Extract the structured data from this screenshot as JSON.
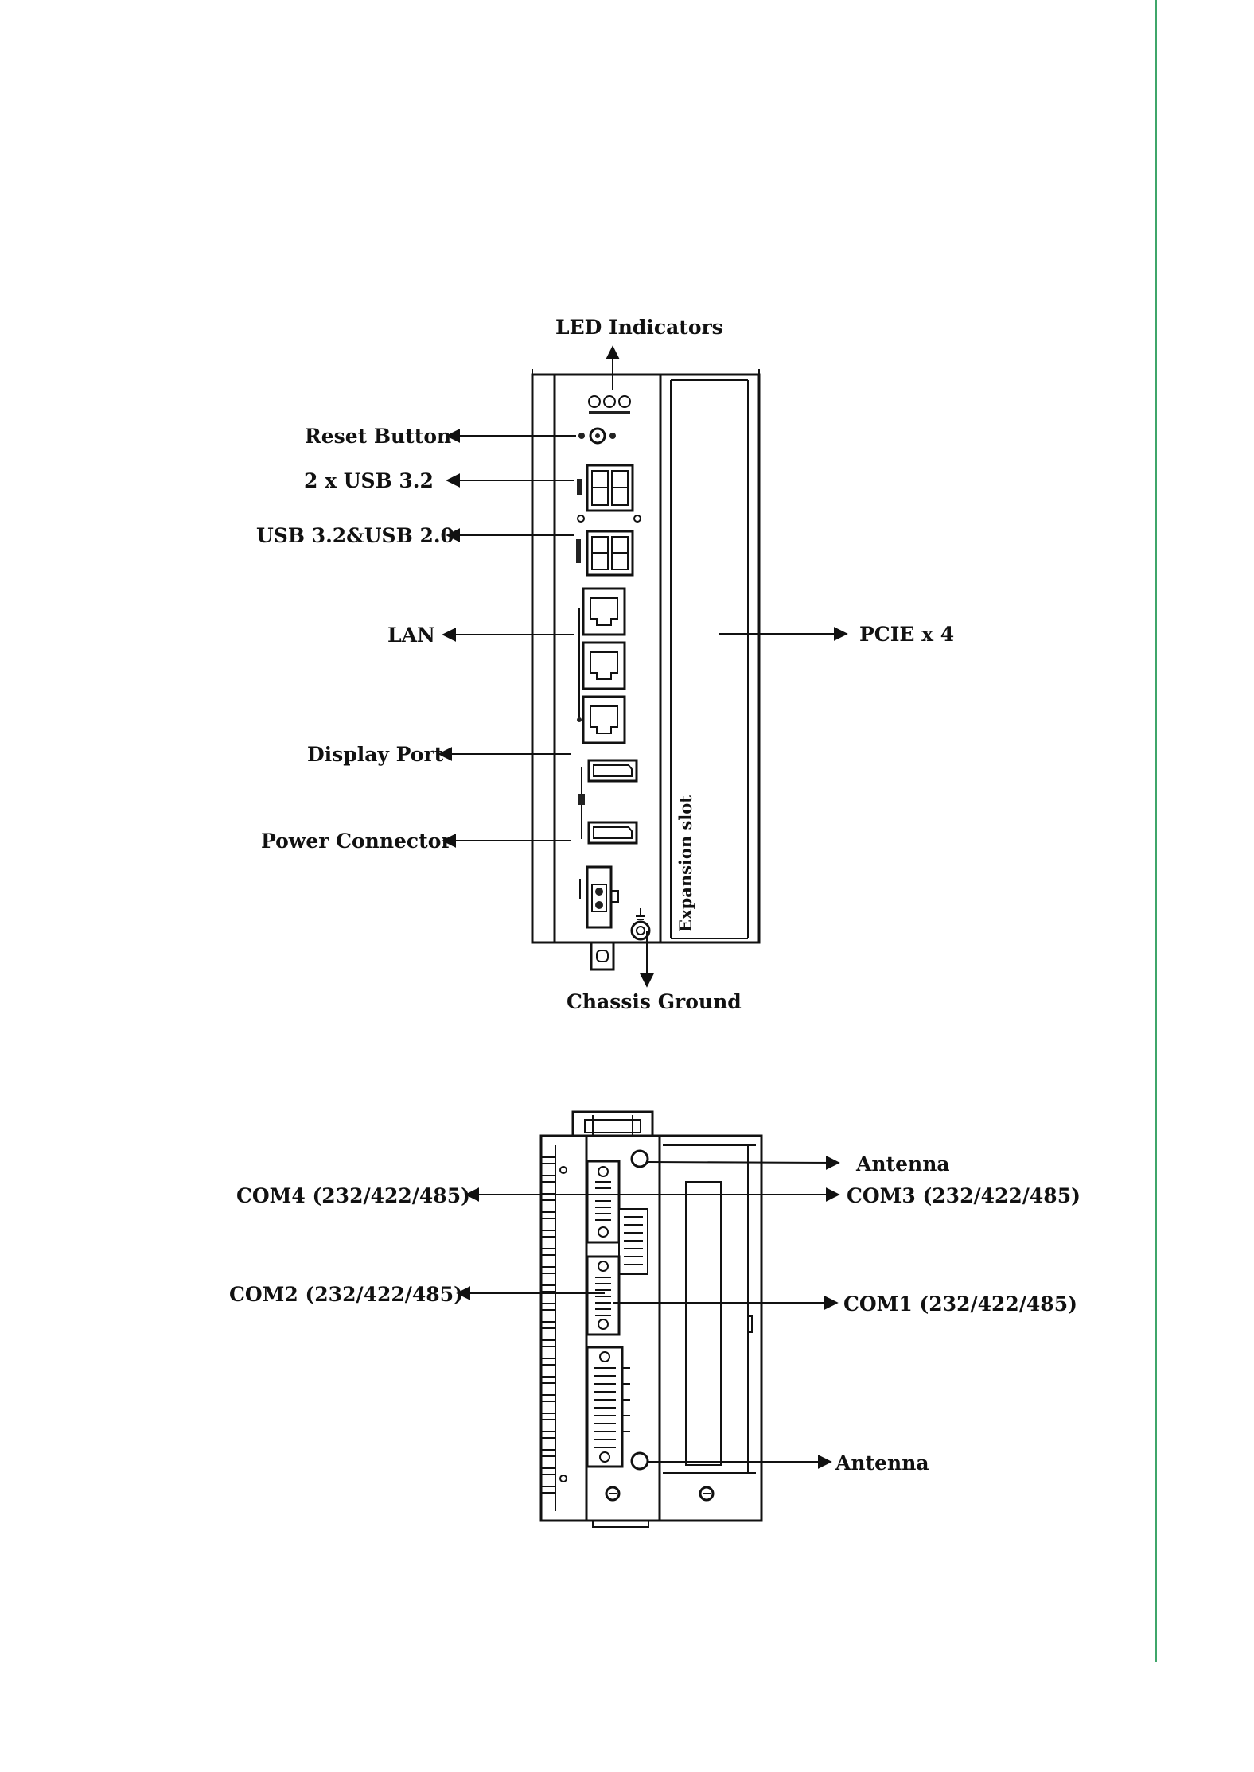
{
  "page": {
    "accent_color": "#3fa66a"
  },
  "front_panel": {
    "labels": {
      "led": "LED Indicators",
      "reset": "Reset Button",
      "usb32": "2 x USB 3.2",
      "usbmix": "USB 3.2&USB 2.0",
      "lan": "LAN",
      "dp": "Display Port",
      "power": "Power Connector",
      "pcie": "PCIE x 4",
      "ground": "Chassis Ground"
    },
    "slot_text": "Expansion slot"
  },
  "rear_panel": {
    "labels": {
      "antenna_top": "Antenna",
      "com4": "COM4 (232/422/485)",
      "com3": "COM3 (232/422/485)",
      "com2": "COM2 (232/422/485)",
      "com1": "COM1 (232/422/485)",
      "antenna_bottom": "Antenna"
    }
  }
}
